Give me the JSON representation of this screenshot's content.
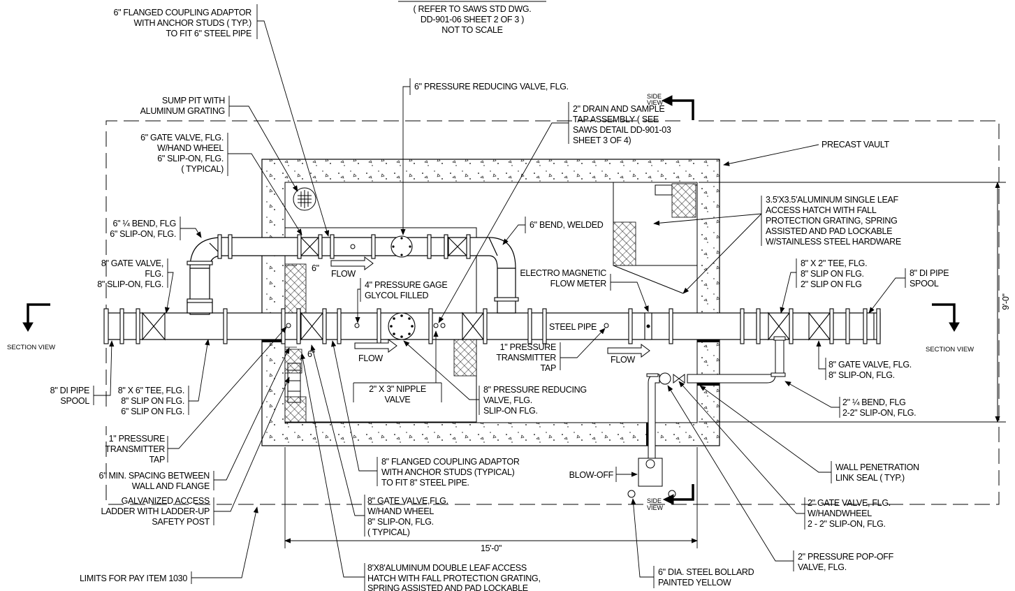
{
  "drawing": {
    "header_note": [
      "( REFER TO SAWS STD DWG.",
      "DD-901-06 SHEET 2 OF 3 )",
      "NOT TO SCALE"
    ],
    "dimension_width": "15'-0\"",
    "dimension_height": "9'-0\"",
    "dim_6_upper": "6\"",
    "dim_6_lower": "6\"",
    "section_view_left": "SECTION VIEW",
    "section_view_right": "SECTION VIEW",
    "side_view_top": [
      "SIDE",
      "VIEW"
    ],
    "side_view_bottom": [
      "SIDE",
      "VIEW"
    ],
    "flow_label": "FLOW",
    "steel_pipe_label": "STEEL PIPE"
  },
  "callouts": {
    "coupling_6": [
      "6\" FLANGED COUPLING ADAPTOR",
      "WITH ANCHOR STUDS  ( TYP.)",
      "TO FIT 6\" STEEL PIPE"
    ],
    "sump_pit": [
      "SUMP PIT WITH",
      "ALUMINUM GRATING"
    ],
    "gate_valve_6": [
      "6\" GATE VALVE, FLG.",
      "W/HAND WHEEL",
      "6\" SLIP-ON, FLG.",
      "( TYPICAL)"
    ],
    "bend_quarter_6": [
      "6\" ¼ BEND, FLG",
      "6\" SLIP-ON, FLG."
    ],
    "gate_valve_8_left": [
      "8\" GATE VALVE,",
      "FLG.",
      "8\" SLIP-ON, FLG."
    ],
    "di_spool_left": [
      "8\" DI PIPE",
      "SPOOL"
    ],
    "tee_8x6": [
      "8\" X 6\" TEE, FLG.",
      "8\" SLIP ON FLG.",
      "6\" SLIP ON FLG."
    ],
    "pressure_tap_left": [
      "1\" PRESSURE",
      "TRANSMITTER",
      "TAP"
    ],
    "min_spacing": [
      "6\" MIN. SPACING BETWEEN",
      "WALL AND FLANGE"
    ],
    "ladder": [
      "GALVANIZED ACCESS",
      "LADDER WITH LADDER-UP",
      "SAFETY POST"
    ],
    "limits": [
      "LIMITS FOR PAY ITEM 1030"
    ],
    "prv_6": [
      "6\" PRESSURE REDUCING VALVE, FLG."
    ],
    "drain_tap": [
      "2\" DRAIN AND SAMPLE",
      "TAP ASSEMBLY  ( SEE",
      "SAWS DETAIL  DD-901-03",
      "SHEET 3 OF 4)"
    ],
    "precast_vault": [
      "PRECAST VAULT"
    ],
    "bend_welded_6": [
      "6\" BEND, WELDED"
    ],
    "pressure_gage": [
      "4\" PRESSURE GAGE",
      "GLYCOL FILLED"
    ],
    "flow_meter": [
      "ELECTRO MAGNETIC",
      "FLOW METER"
    ],
    "hatch_single": [
      "3.5'X3.5'ALUMINUM SINGLE LEAF",
      "ACCESS HATCH WITH FALL",
      "PROTECTION GRATING, SPRING",
      "ASSISTED AND PAD LOCKABLE",
      "W/STAINLESS STEEL HARDWARE"
    ],
    "tee_8x2": [
      "8\" X 2\" TEE, FLG.",
      "8\" SLIP ON FLG.",
      "2\" SLIP ON FLG"
    ],
    "di_spool_right": [
      "8\" DI PIPE",
      "SPOOL"
    ],
    "gate_valve_8_right": [
      "8\" GATE VALVE, FLG.",
      "8\" SLIP-ON, FLG."
    ],
    "bend_quarter_2": [
      "2\" ¼ BEND, FLG",
      "2-2\" SLIP-ON, FLG."
    ],
    "nipple_valve": [
      "2\" X 3\" NIPPLE",
      "VALVE"
    ],
    "prv_8": [
      "8\" PRESSURE REDUCING",
      "VALVE, FLG.",
      "SLIP-ON FLG."
    ],
    "pressure_tap_right": [
      "1\" PRESSURE",
      "TRANSMITTER",
      "TAP"
    ],
    "coupling_8": [
      "8\" FLANGED COUPLING ADAPTOR",
      "WITH ANCHOR STUDS  (TYPICAL)",
      "TO FIT 8\" STEEL PIPE."
    ],
    "blow_off": [
      "BLOW-OFF"
    ],
    "gate_valve_8_typ": [
      "8\" GATE VALVE,FLG.",
      "W/HAND WHEEL",
      "8\" SLIP-ON, FLG.",
      "( TYPICAL)"
    ],
    "hatch_double": [
      "8'X8'ALUMINUM DOUBLE LEAF ACCESS",
      "HATCH WITH FALL PROTECTION GRATING,",
      "SPRING ASSISTED AND PAD LOCKABLE"
    ],
    "bollard": [
      "6\" DIA. STEEL BOLLARD",
      "PAINTED YELLOW"
    ],
    "link_seal": [
      "WALL PENETRATION",
      "LINK SEAL  ( TYP.)"
    ],
    "gate_valve_2": [
      "2\" GATE VALVE, FLG.",
      "W/HANDWHEEL",
      "2 - 2\" SLIP-ON, FLG."
    ],
    "popoff_valve": [
      "2\" PRESSURE POP-OFF",
      "VALVE, FLG."
    ]
  }
}
